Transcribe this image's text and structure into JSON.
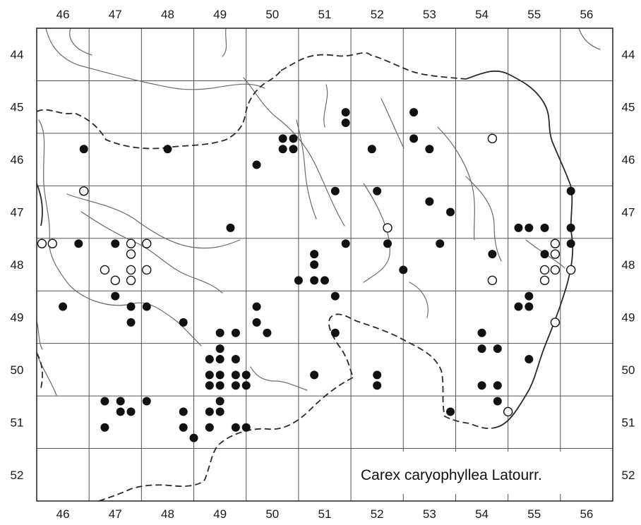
{
  "species_label": "Carex caryophyllea Latourr.",
  "colors": {
    "dot": "#111111",
    "grid": "#555555",
    "frame": "#222222",
    "river": "#6a6a6a"
  },
  "chart_data": {
    "type": "scatter",
    "title": "",
    "xlabel": "",
    "ylabel": "",
    "x_ticks": [
      46,
      47,
      48,
      49,
      50,
      51,
      52,
      53,
      54,
      55,
      56
    ],
    "y_ticks": [
      44,
      45,
      46,
      47,
      48,
      49,
      50,
      51,
      52
    ],
    "xlim": [
      45.5,
      56.5
    ],
    "ylim": [
      43.5,
      52.5
    ],
    "y_inverted": true,
    "grid": true,
    "series": [
      {
        "marker": "filled",
        "points": [
          [
            51.4,
            45.1
          ],
          [
            51.4,
            45.3
          ],
          [
            52.7,
            45.1
          ],
          [
            52.7,
            45.6
          ],
          [
            53.0,
            45.8
          ],
          [
            50.2,
            45.6
          ],
          [
            50.4,
            45.6
          ],
          [
            50.2,
            45.8
          ],
          [
            50.4,
            45.8
          ],
          [
            49.7,
            46.1
          ],
          [
            46.4,
            45.8
          ],
          [
            48.0,
            45.8
          ],
          [
            51.9,
            45.8
          ],
          [
            51.2,
            46.6
          ],
          [
            52.0,
            46.6
          ],
          [
            55.7,
            46.6
          ],
          [
            53.0,
            46.8
          ],
          [
            53.4,
            47.0
          ],
          [
            49.2,
            47.3
          ],
          [
            54.7,
            47.3
          ],
          [
            54.9,
            47.3
          ],
          [
            55.2,
            47.3
          ],
          [
            55.7,
            47.3
          ],
          [
            46.3,
            47.6
          ],
          [
            47.0,
            47.6
          ],
          [
            51.4,
            47.6
          ],
          [
            52.2,
            47.6
          ],
          [
            53.2,
            47.6
          ],
          [
            55.7,
            47.6
          ],
          [
            54.2,
            47.8
          ],
          [
            55.2,
            47.8
          ],
          [
            52.5,
            48.1
          ],
          [
            50.8,
            47.8
          ],
          [
            50.8,
            48.0
          ],
          [
            50.5,
            48.3
          ],
          [
            50.8,
            48.3
          ],
          [
            51.0,
            48.3
          ],
          [
            47.0,
            48.6
          ],
          [
            51.2,
            48.6
          ],
          [
            54.9,
            48.6
          ],
          [
            46.0,
            48.8
          ],
          [
            47.3,
            48.8
          ],
          [
            47.6,
            48.8
          ],
          [
            49.7,
            48.8
          ],
          [
            54.7,
            48.8
          ],
          [
            54.9,
            48.8
          ],
          [
            47.3,
            49.1
          ],
          [
            48.3,
            49.1
          ],
          [
            49.7,
            49.1
          ],
          [
            49.0,
            49.3
          ],
          [
            49.3,
            49.3
          ],
          [
            49.9,
            49.3
          ],
          [
            51.2,
            49.3
          ],
          [
            54.0,
            49.3
          ],
          [
            49.0,
            49.6
          ],
          [
            54.0,
            49.6
          ],
          [
            54.3,
            49.6
          ],
          [
            48.8,
            49.8
          ],
          [
            49.0,
            49.8
          ],
          [
            49.3,
            49.8
          ],
          [
            54.9,
            49.8
          ],
          [
            48.8,
            50.1
          ],
          [
            49.0,
            50.1
          ],
          [
            49.3,
            50.1
          ],
          [
            49.5,
            50.1
          ],
          [
            50.8,
            50.1
          ],
          [
            52.0,
            50.1
          ],
          [
            48.8,
            50.3
          ],
          [
            49.0,
            50.3
          ],
          [
            49.3,
            50.3
          ],
          [
            49.5,
            50.3
          ],
          [
            52.0,
            50.3
          ],
          [
            54.0,
            50.3
          ],
          [
            54.3,
            50.3
          ],
          [
            46.8,
            50.6
          ],
          [
            47.1,
            50.6
          ],
          [
            47.6,
            50.6
          ],
          [
            49.0,
            50.6
          ],
          [
            54.3,
            50.6
          ],
          [
            47.1,
            50.8
          ],
          [
            47.3,
            50.8
          ],
          [
            48.3,
            50.8
          ],
          [
            48.8,
            50.8
          ],
          [
            49.0,
            50.8
          ],
          [
            53.4,
            50.8
          ],
          [
            46.8,
            51.1
          ],
          [
            48.3,
            51.1
          ],
          [
            48.8,
            51.1
          ],
          [
            49.3,
            51.1
          ],
          [
            49.5,
            51.1
          ],
          [
            48.5,
            51.3
          ]
        ]
      },
      {
        "marker": "open",
        "points": [
          [
            54.2,
            45.6
          ],
          [
            46.4,
            46.6
          ],
          [
            52.2,
            47.3
          ],
          [
            45.6,
            47.6
          ],
          [
            45.8,
            47.6
          ],
          [
            47.3,
            47.6
          ],
          [
            47.6,
            47.6
          ],
          [
            55.4,
            47.6
          ],
          [
            47.3,
            47.8
          ],
          [
            55.4,
            47.8
          ],
          [
            46.8,
            48.1
          ],
          [
            47.3,
            48.1
          ],
          [
            47.6,
            48.1
          ],
          [
            55.2,
            48.1
          ],
          [
            55.4,
            48.1
          ],
          [
            55.7,
            48.1
          ],
          [
            47.0,
            48.3
          ],
          [
            47.3,
            48.3
          ],
          [
            54.2,
            48.3
          ],
          [
            55.2,
            48.3
          ],
          [
            55.4,
            49.1
          ],
          [
            54.5,
            50.8
          ]
        ]
      }
    ]
  }
}
